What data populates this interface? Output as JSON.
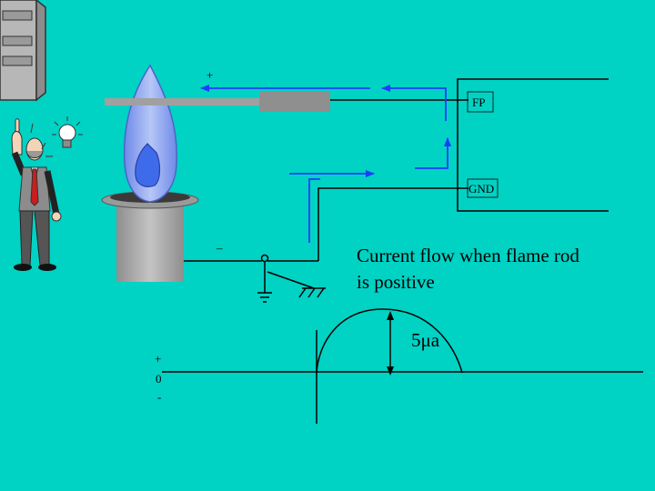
{
  "terminals": {
    "fp_label": "FP",
    "gnd_label": "GND",
    "plus_sign": "+",
    "minus_sign": "–"
  },
  "caption": {
    "line1": "Current flow when flame rod",
    "line2": "is positive"
  },
  "waveform": {
    "amplitude_label": "5μa",
    "axis_plus": "+",
    "axis_zero": "0",
    "axis_minus": "-"
  },
  "colors": {
    "background": "#00D2C4",
    "arrow": "#1E3CFF",
    "flame_outer": "#8FA6F2",
    "flame_inner": "#3E6BEA",
    "burner": "#A8A8A8",
    "rod": "#9A9A9A"
  },
  "icons": {
    "cabinet": "cabinet-icon",
    "person": "technician-icon",
    "lightbulb": "lightbulb-icon",
    "ground": "ground-symbol-icon",
    "chassis": "chassis-ground-icon"
  }
}
